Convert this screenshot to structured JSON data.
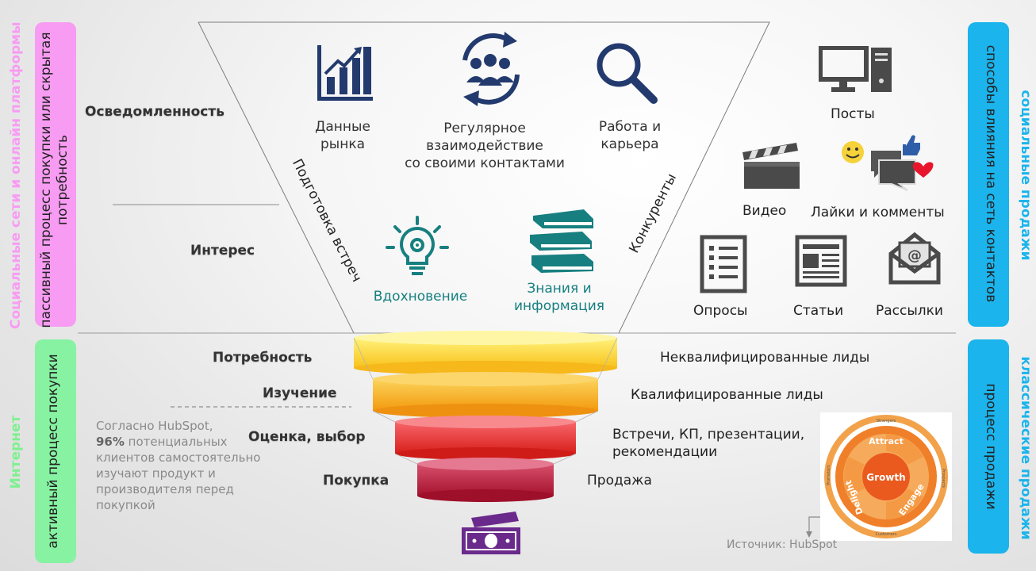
{
  "left_panels": {
    "top_outer": "Социальные сети и онлайн платформы",
    "top_inner": "пассивный процесс покупки или скрытая потребность",
    "bottom_outer": "Интернет",
    "bottom_inner": "активный процесс покупки"
  },
  "right_panels": {
    "top_inner": "способы влияния на сеть контактов",
    "top_outer": "социальные продажи",
    "bottom_inner": "процесс продажи",
    "bottom_outer": "классические продажи"
  },
  "stages": {
    "awareness": "Осведомленность",
    "interest": "Интерес",
    "need": "Потребность",
    "study": "Изучение",
    "evaluation": "Оценка, выбор",
    "purchase": "Покупка"
  },
  "funnel_top": {
    "market_data": [
      "Данные",
      "рынка"
    ],
    "interaction": [
      "Регулярное",
      "взаимодействие",
      "со своими контактами"
    ],
    "career": [
      "Работа и",
      "карьера"
    ],
    "meeting_prep": "Подготовка встреч",
    "competitors": "Конкуренты",
    "inspiration": "Вдохновение",
    "knowledge": [
      "Знания и",
      "информация"
    ]
  },
  "right_items": {
    "posts": "Посты",
    "video": "Видео",
    "likes": "Лайки и комменты",
    "polls": "Опросы",
    "articles": "Статьи",
    "newsletters": "Рассылки"
  },
  "results": {
    "unqualified": "Неквалифицированные лиды",
    "qualified": "Квалифицированные лиды",
    "meetings": [
      "Встречи, КП, презентации,",
      "рекомендации"
    ],
    "sale": "Продажа"
  },
  "note": {
    "line1": "Согласно HubSpot,",
    "bold": "96%",
    "line2_rest": " потенциальных",
    "line3": "клиентов самостоятельно",
    "line4": "изучают продукт и",
    "line5": "производителя перед",
    "line6": "покупкой"
  },
  "flywheel": {
    "center": "Growth",
    "attract": "Attract",
    "engage": "Engage",
    "delight": "Delight",
    "strangers": "Strangers",
    "prospects": "Prospects",
    "customers": "Customers",
    "promoters": "Promoters"
  },
  "source": "Источник: HubSpot",
  "colors": {
    "pink_panel": "#f79cf2",
    "green_panel": "#86f2a2",
    "blue_panel": "#1bb4ec",
    "teal": "#177f80",
    "navy": "#233a6e"
  }
}
